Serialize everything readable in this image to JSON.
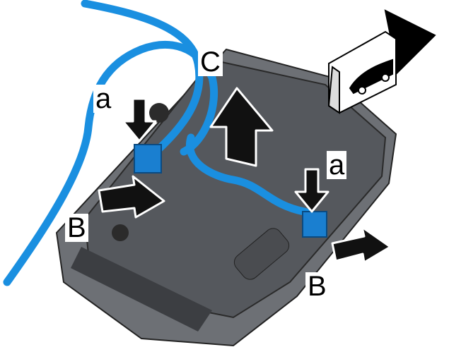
{
  "labels": {
    "c": "C",
    "a_left": "a",
    "a_right": "a",
    "b_left": "B",
    "b_right": "B"
  },
  "icons": [
    "vehicle-front-direction-icon",
    "lift-arrow-icon",
    "press-arrow-icon",
    "pull-arrow-icon"
  ],
  "colors": {
    "cable": "#1a8fe0",
    "housing": "#5a5d62",
    "arrow": "#111111"
  }
}
